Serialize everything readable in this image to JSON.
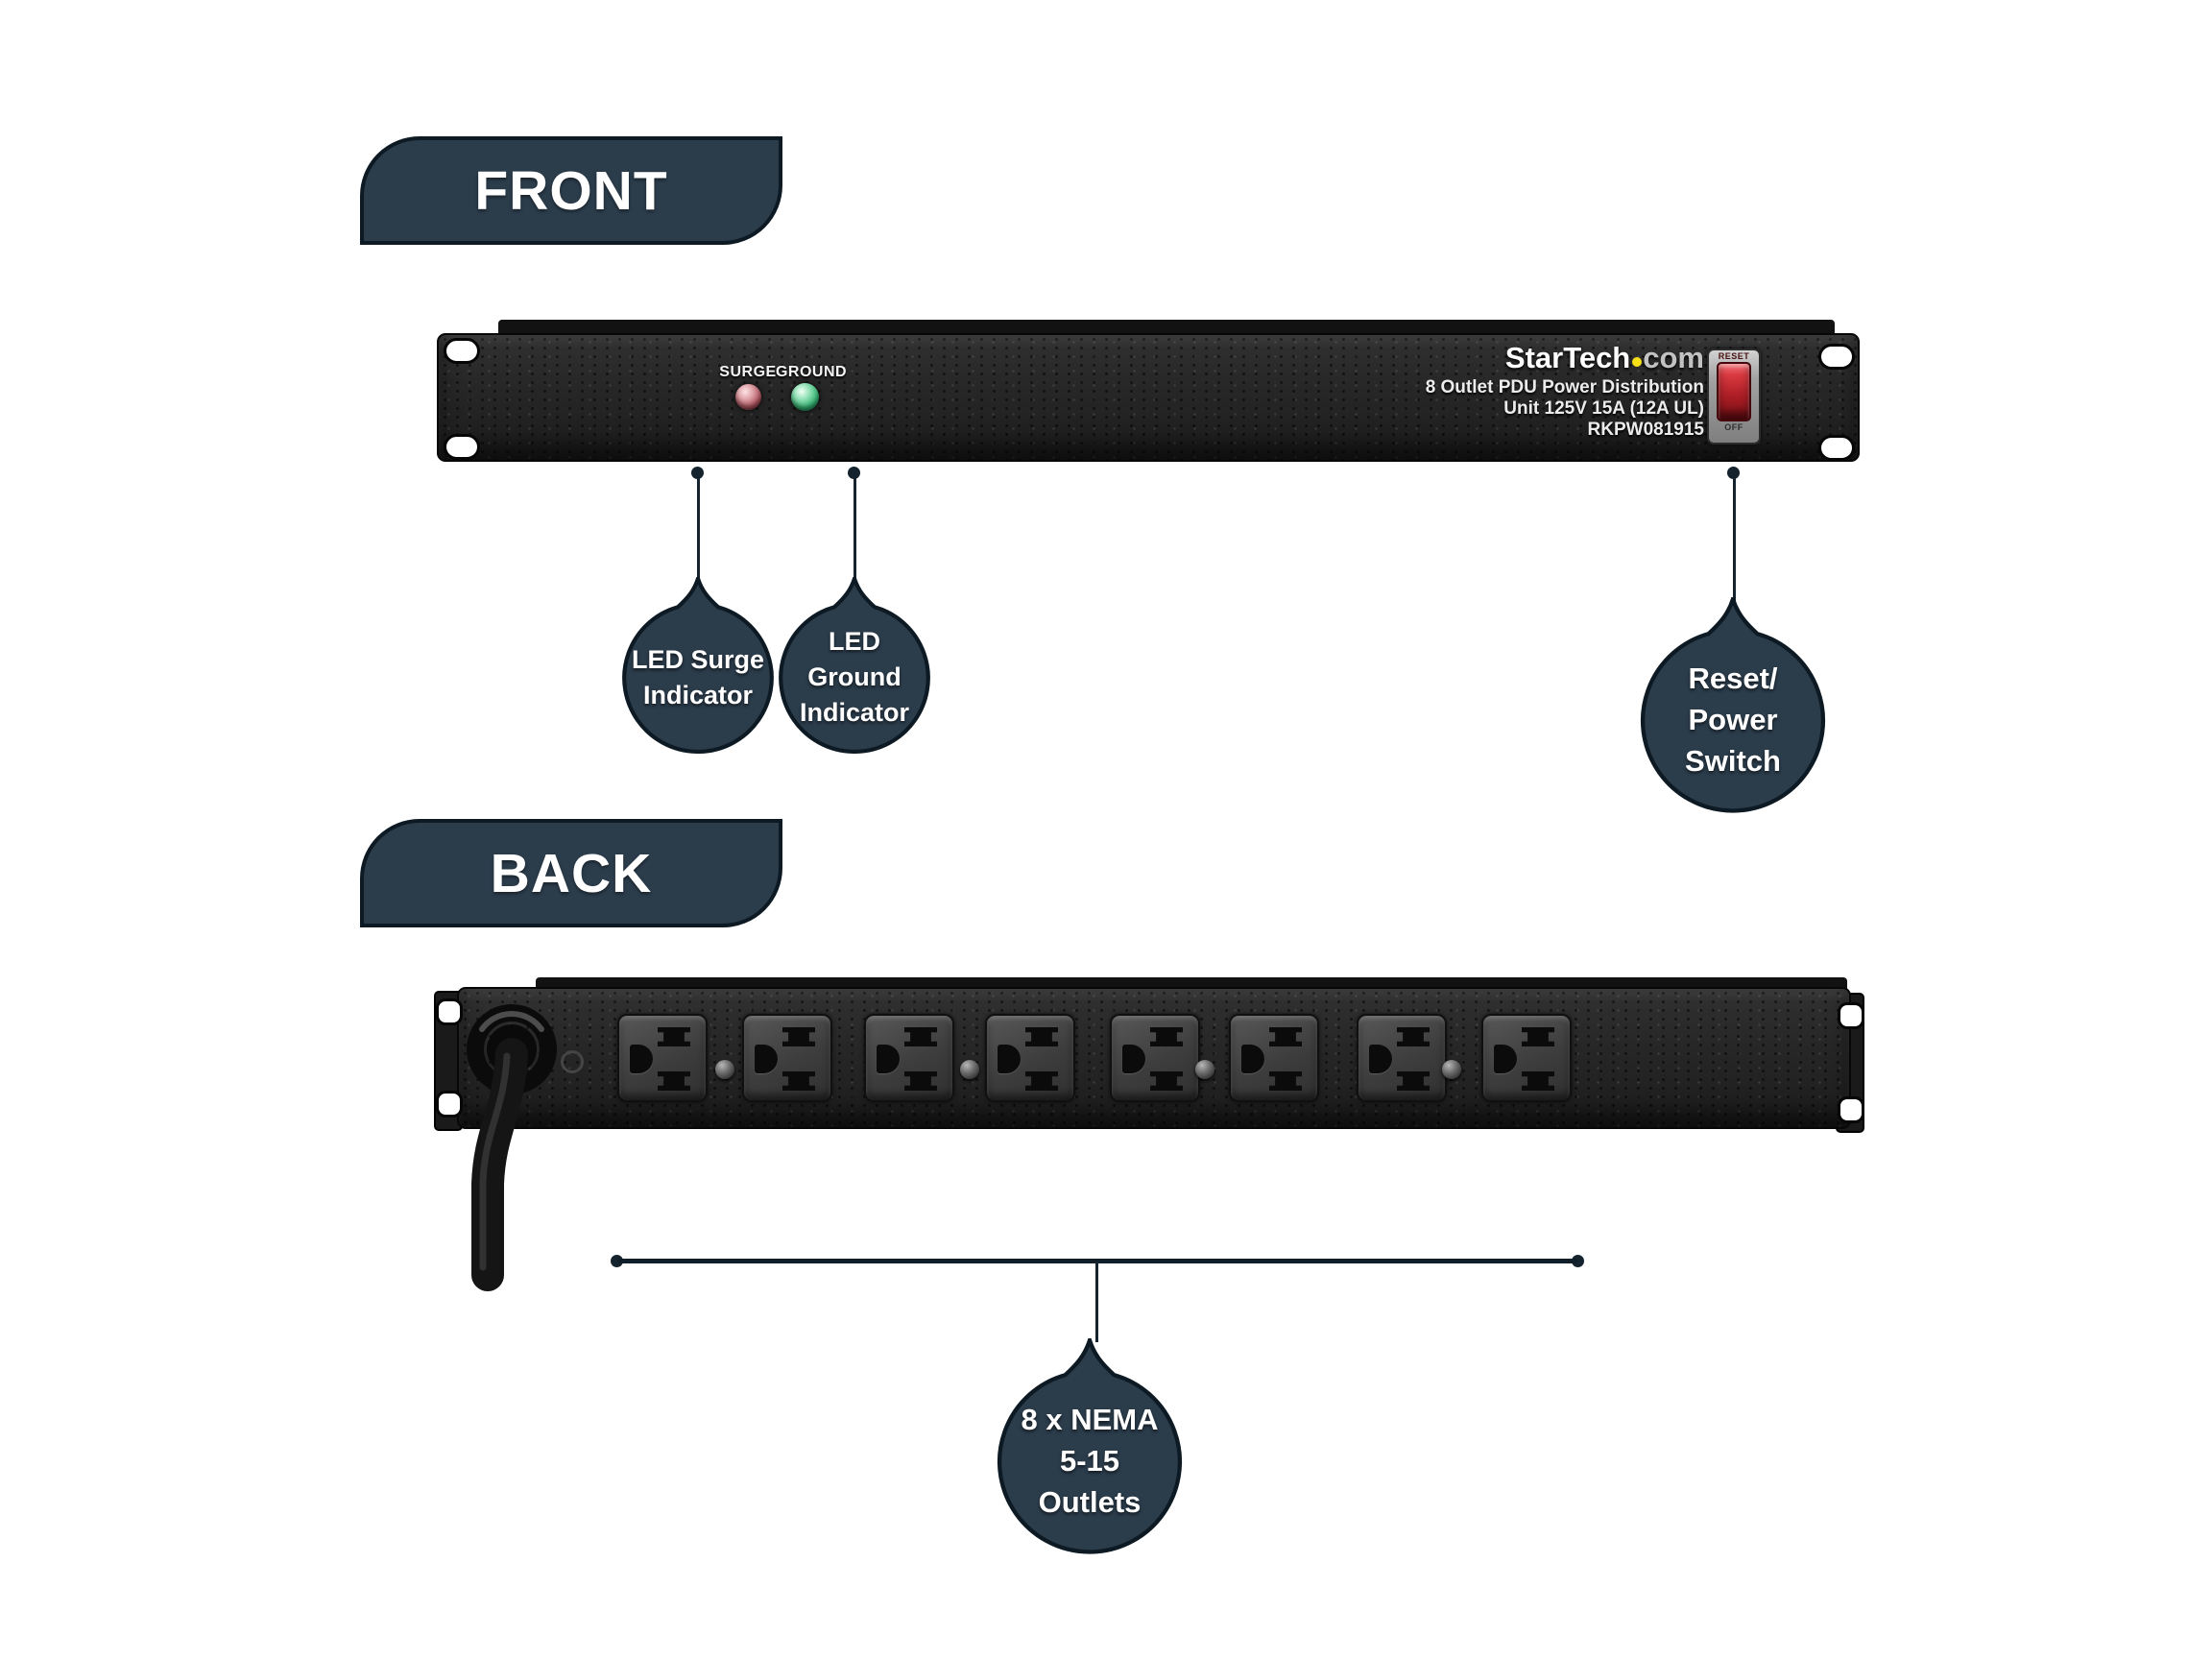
{
  "sections": {
    "front": {
      "label": "FRONT"
    },
    "back": {
      "label": "BACK"
    }
  },
  "front_panel": {
    "leds": {
      "surge_label": "SURGE",
      "ground_label": "GROUND"
    },
    "brand": {
      "main": "StarTech",
      "suffix": "com"
    },
    "product_lines": [
      "8 Outlet PDU Power Distribution",
      "Unit 125V 15A (12A UL)",
      "RKPW081915"
    ],
    "power_switch": {
      "top_label": "RESET",
      "bottom_label": "OFF"
    }
  },
  "back_panel": {
    "outlet_count": 8
  },
  "callouts": {
    "surge": {
      "lines": [
        "LED Surge",
        "Indicator"
      ]
    },
    "ground": {
      "lines": [
        "LED Ground",
        "Indicator"
      ]
    },
    "reset": {
      "lines": [
        "Reset/",
        "Power",
        "Switch"
      ]
    },
    "outlets": {
      "lines": [
        "8 x NEMA",
        "5-15",
        "Outlets"
      ]
    }
  },
  "colors": {
    "callout_navy": "#2b3c4b",
    "callout_border": "#0d1a24",
    "surge_led": "#c97f88",
    "ground_led": "#3cb878",
    "switch_red": "#c1272d",
    "logo_dot_yellow": "#f7e017",
    "chassis_black": "#262626"
  }
}
